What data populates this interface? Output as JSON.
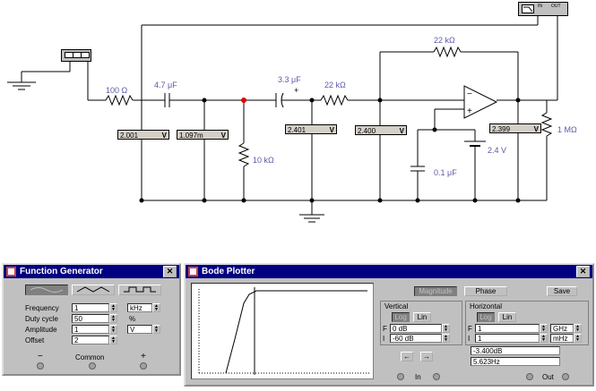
{
  "circuit": {
    "r_source": "100 Ω",
    "c_input": "4.7 μF",
    "r_ground": "10 kΩ",
    "c_mid": "3.3 μF",
    "r_series": "22 kΩ",
    "r_feedback": "22 kΩ",
    "c_bias": "0.1 μF",
    "battery": "2.4 V",
    "r_load": "1 MΩ",
    "meters": [
      {
        "value": "2.001",
        "unit": "V"
      },
      {
        "value": "1.097m",
        "unit": "V"
      },
      {
        "value": "2.401",
        "unit": "V"
      },
      {
        "value": "2.400",
        "unit": "V"
      },
      {
        "value": "2.399",
        "unit": "V"
      }
    ],
    "bode_terminals": {
      "in": "IN",
      "out": "OUT"
    }
  },
  "function_generator": {
    "title": "Function Generator",
    "frequency_label": "Frequency",
    "frequency_value": "1",
    "frequency_unit": "kHz",
    "duty_label": "Duty cycle",
    "duty_value": "50",
    "duty_unit": "%",
    "amplitude_label": "Amplitude",
    "amplitude_value": "1",
    "amplitude_unit": "V",
    "offset_label": "Offset",
    "offset_value": "2",
    "minus": "−",
    "common": "Common",
    "plus": "+"
  },
  "bode_plotter": {
    "title": "Bode Plotter",
    "magnitude": "Magnitude",
    "phase": "Phase",
    "save": "Save",
    "vertical": "Vertical",
    "horizontal": "Horizontal",
    "log": "Log",
    "lin": "Lin",
    "v_final_label": "F",
    "v_final": "0 dB",
    "v_initial_label": "I",
    "v_initial": "-60 dB",
    "h_final_label": "F",
    "h_final": "1",
    "h_final_unit": "GHz",
    "h_initial_label": "I",
    "h_initial": "1",
    "h_initial_unit": "mHz",
    "readout_db": "-3.400dB",
    "readout_freq": "5.623Hz",
    "in_label": "In",
    "out_label": "Out",
    "left_arrow": "←",
    "right_arrow": "→"
  }
}
